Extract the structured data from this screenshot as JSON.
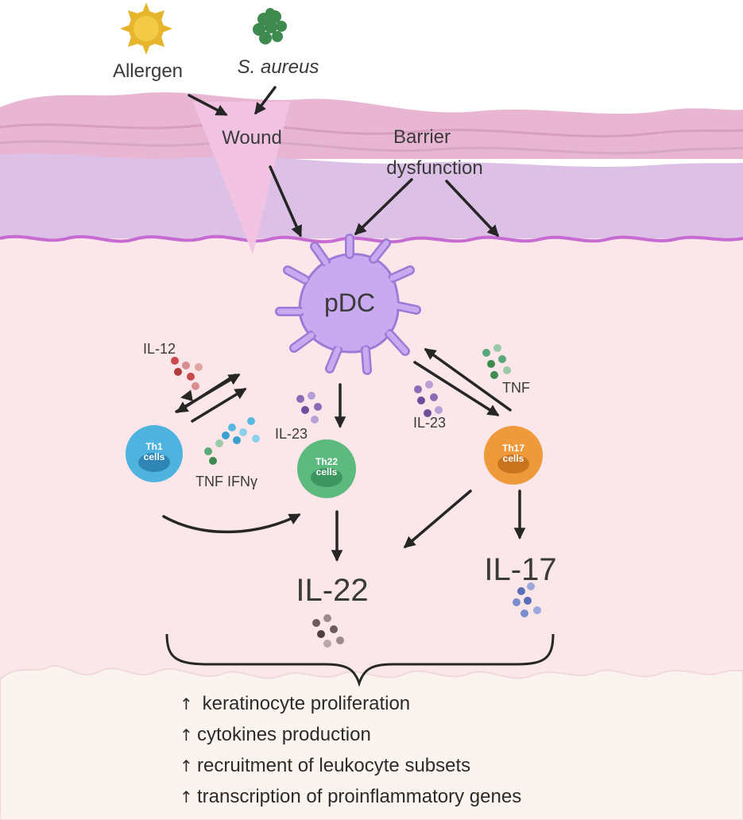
{
  "triggers": {
    "allergen": "Allergen",
    "s_aureus": "S. aureus",
    "wound": "Wound",
    "barrier_dysfunction_line1": "Barrier",
    "barrier_dysfunction_line2": "dysfunction"
  },
  "pdc": {
    "label": "pDC"
  },
  "cytokine_labels": {
    "il12": "IL-12",
    "il23_left": "IL-23",
    "il23_right": "IL-23",
    "tnf_ifng": "TNF IFNγ",
    "tnf": "TNF"
  },
  "cells": {
    "th1": {
      "line1": "Th1",
      "line2": "cells",
      "color": "#4fb3e0"
    },
    "th22": {
      "line1": "Th22",
      "line2": "cells",
      "color": "#5cba7f"
    },
    "th17": {
      "line1": "Th17",
      "line2": "cells",
      "color": "#ee9a3b"
    }
  },
  "outputs": {
    "il22": "IL-22",
    "il17": "IL-17"
  },
  "effects": {
    "arrow_symbol": "↑",
    "items": [
      "keratinocyte proliferation",
      "cytokines production",
      "recruitment of leukocyte subsets",
      "transcription of proinflammatory genes"
    ]
  },
  "colors": {
    "epidermis_top": "#e8b6d3",
    "epidermis_lower": "#dcc0e6",
    "basement_line": "#c66bd2",
    "dermis": "#fbe6ea",
    "subcutis": "#fbf4ee",
    "pdc": "#c9a9ef",
    "arrow": "#262626"
  }
}
